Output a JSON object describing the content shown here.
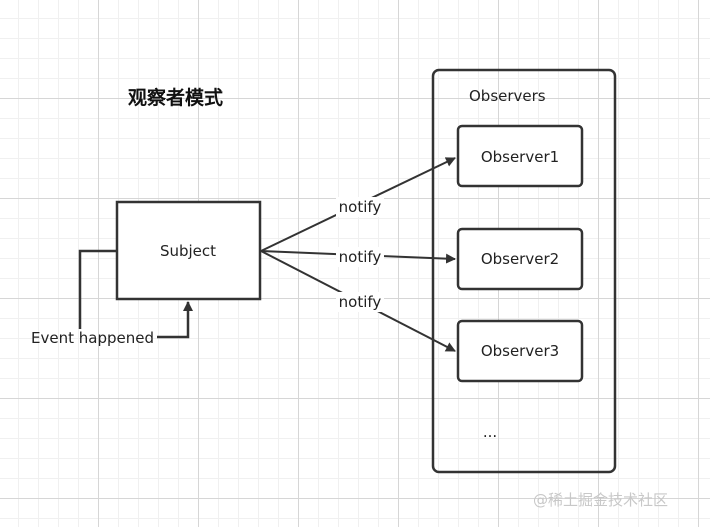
{
  "title": "观察者模式",
  "subject": {
    "label": "Subject"
  },
  "observers_group": {
    "label": "Observers",
    "items": [
      "Observer1",
      "Observer2",
      "Observer3"
    ],
    "ellipsis": "..."
  },
  "edges": {
    "notify_label": "notify"
  },
  "event": {
    "label": "Event happened"
  },
  "watermark": "@稀土掘金技术社区",
  "colors": {
    "line": "#333333",
    "text": "#222222",
    "background": "#ffffff"
  }
}
